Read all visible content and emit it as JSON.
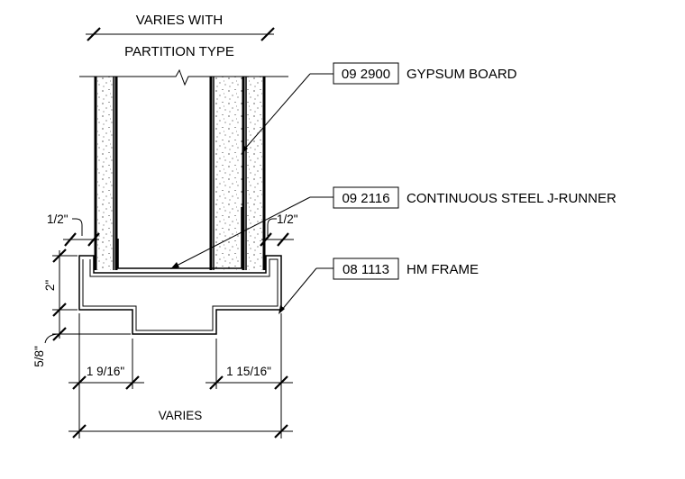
{
  "top_dimension": {
    "line1": "VARIES WITH",
    "line2": "PARTITION TYPE"
  },
  "keynotes": [
    {
      "code": "09 2900",
      "text": "GYPSUM BOARD"
    },
    {
      "code": "09 2116",
      "text": "CONTINUOUS STEEL J-RUNNER"
    },
    {
      "code": "08 1113",
      "text": "HM FRAME"
    }
  ],
  "dimensions": {
    "left_reveal": "1/2\"",
    "right_reveal": "1/2\"",
    "frame_depth": "2\"",
    "face_lip": "5/8\"",
    "left_face": "1 9/16\"",
    "right_face": "1 15/16\"",
    "overall": "VARIES"
  }
}
